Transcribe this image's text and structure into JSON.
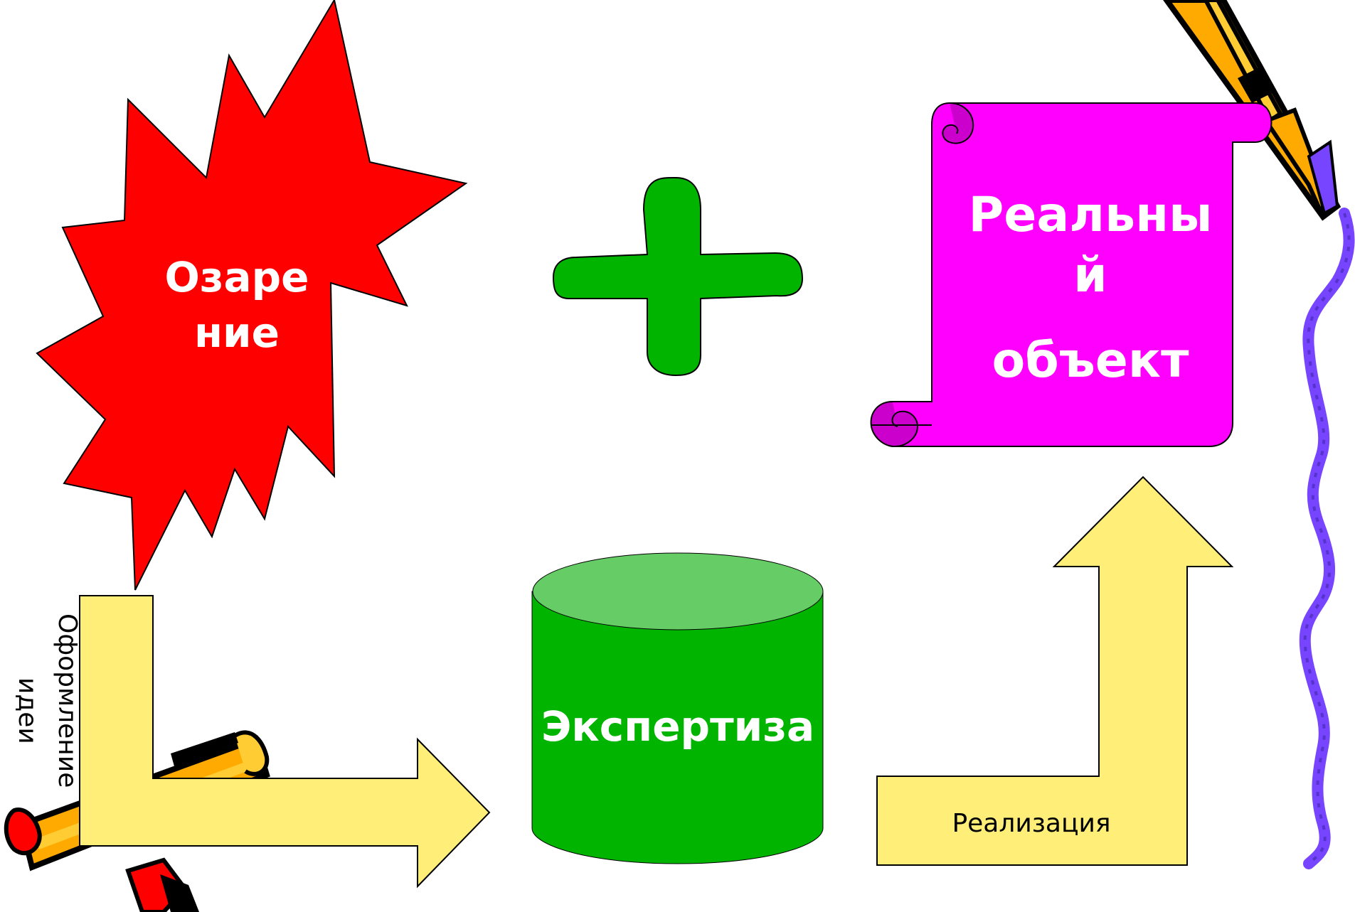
{
  "diagram": {
    "nodes": {
      "insight": {
        "label_line1": "Озаре",
        "label_line2": "ние",
        "shape": "explosion-star",
        "color": "#ff0000"
      },
      "plus": {
        "shape": "plus-sign",
        "color": "#00b400"
      },
      "real_object": {
        "label_line1": "Реальны",
        "label_line2": "й",
        "label_line3": "объект",
        "shape": "scroll",
        "color": "#ff00ff"
      },
      "expertise": {
        "label": "Экспертиза",
        "shape": "cylinder",
        "color": "#00b400",
        "top_color": "#66cc66"
      }
    },
    "arrows": {
      "idea_design": {
        "label_line1": "Оформление",
        "label_line2": "идеи",
        "color": "#ffee77"
      },
      "realization": {
        "label": "Реализация",
        "color": "#ffee77"
      }
    },
    "decorations": {
      "pencil_top_right": "pencil-icon",
      "pencil_bottom_left": "pencil-icon",
      "wavy_line": "wavy-line",
      "wavy_color": "#7744ff"
    }
  }
}
